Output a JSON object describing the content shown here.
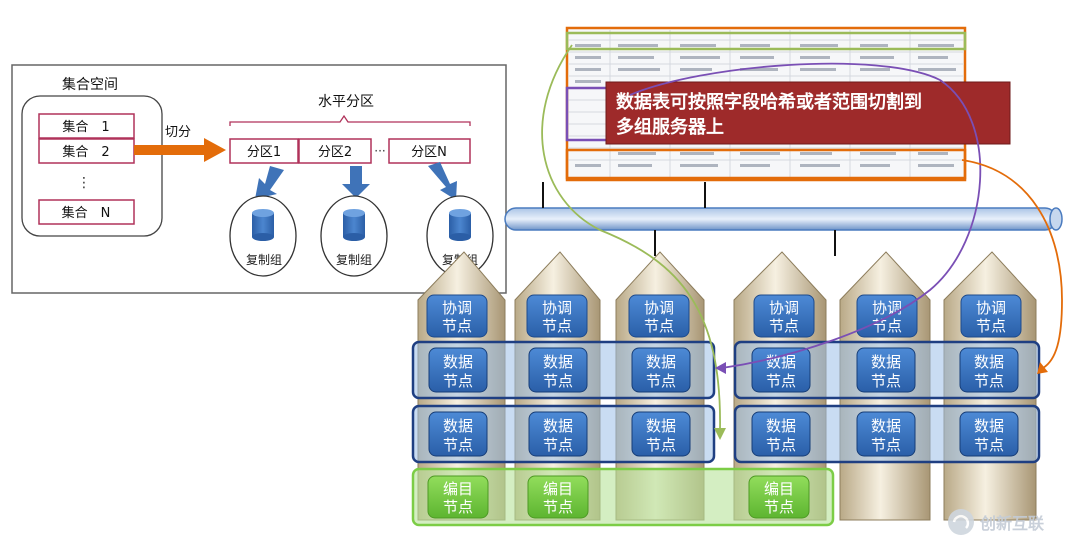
{
  "left_panel": {
    "collection_space": "集合空间",
    "collections": [
      "集合　1",
      "集合　2",
      "集合　N"
    ],
    "vertical_dots": "⋮",
    "split_label": "切分",
    "horizontal_partition": "水平分区",
    "partitions": [
      "分区1",
      "分区2",
      "分区N"
    ],
    "partition_dots": "···",
    "replica_group": "复制组"
  },
  "callout": {
    "line1": "数据表可按照字段哈希或者范围切割到",
    "line2": "多组服务器上"
  },
  "cluster": {
    "coord_line1": "协调",
    "data_line1": "数据",
    "catalog_line1": "编目",
    "node_line2": "节点"
  },
  "watermark": {
    "text": "创新互联"
  },
  "colors": {
    "border_pink": "#b0325a",
    "arrow_orange": "#e36c0a",
    "node_blue": "#2f6fbf",
    "data_row_border": "#1f3f82",
    "catalog_green": "#7ccd46",
    "callout_red": "#9e2a2a",
    "bus_blue": "#4a7bbf"
  }
}
